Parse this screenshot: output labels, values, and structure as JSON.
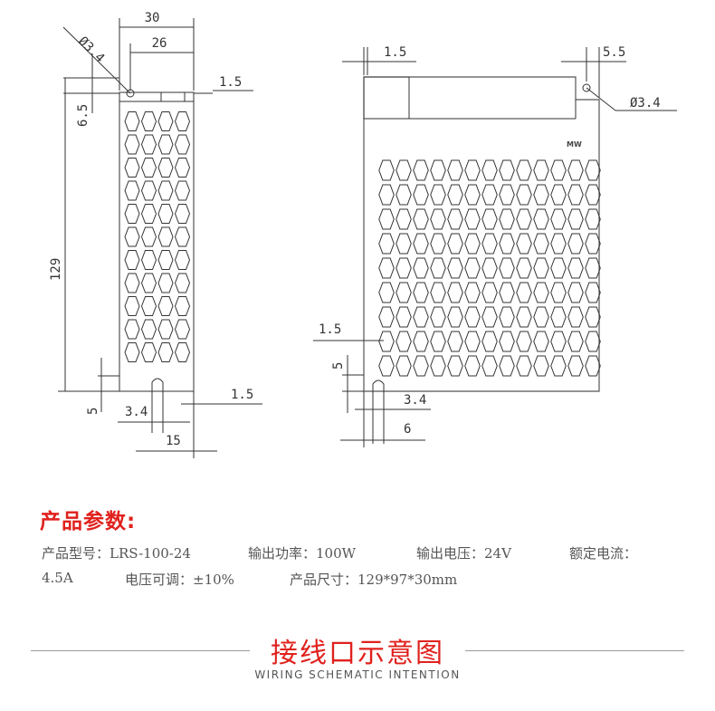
{
  "drawing": {
    "side_view": {
      "dims": {
        "d30": "30",
        "d26": "26",
        "d1_5_top": "1.5",
        "hole": "Ø3.4",
        "d6_5": "6.5",
        "d129": "129",
        "d5": "5",
        "d3_4": "3.4",
        "d1_5_bottom": "1.5",
        "d15": "15"
      }
    },
    "front_view": {
      "dims": {
        "d1_5_top": "1.5",
        "d5_5": "5.5",
        "hole": "Ø3.4",
        "d1_5_side": "1.5",
        "d5": "5",
        "d3_4": "3.4",
        "d6": "6"
      }
    }
  },
  "specs": {
    "title": "产品参数:",
    "line1": [
      "产品型号：LRS-100-24",
      "输出功率：100W",
      "输出电压：24V",
      "额定电流："
    ],
    "line2": [
      "4.5A",
      "电压可调：±10%",
      "产品尺寸：129*97*30mm"
    ]
  },
  "section": {
    "title": "接线口示意图",
    "subtitle": "WIRING SCHEMATIC INTENTION"
  },
  "colors": {
    "accent": "#e0211d",
    "line": "#333333",
    "text": "#555555"
  }
}
